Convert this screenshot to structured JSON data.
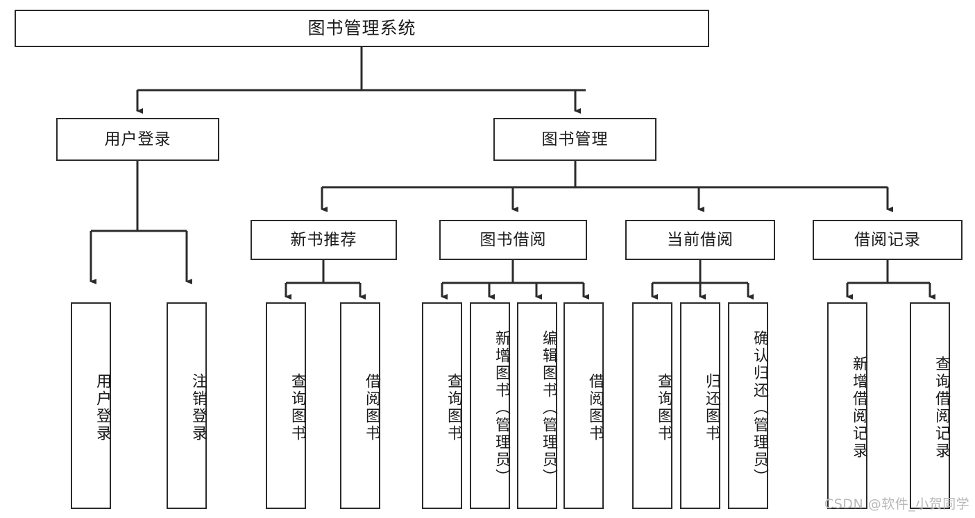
{
  "diagram": {
    "type": "tree",
    "title": "图书管理系统",
    "root": {
      "label": "图书管理系统"
    },
    "level1": [
      {
        "label": "用户登录"
      },
      {
        "label": "图书管理"
      }
    ],
    "level2": [
      {
        "label": "新书推荐",
        "parent": "图书管理"
      },
      {
        "label": "图书借阅",
        "parent": "图书管理"
      },
      {
        "label": "当前借阅",
        "parent": "图书管理"
      },
      {
        "label": "借阅记录",
        "parent": "图书管理"
      }
    ],
    "leaves": {
      "user_login": [
        {
          "label": "用户登录"
        },
        {
          "label": "注销登录"
        }
      ],
      "new_book": [
        {
          "label": "查询图书"
        },
        {
          "label": "借阅图书"
        }
      ],
      "book_borrow": [
        {
          "label": "查询图书"
        },
        {
          "label": "新增图书（管理员）"
        },
        {
          "label": "编辑图书（管理员）"
        },
        {
          "label": "借阅图书"
        }
      ],
      "current_borrow": [
        {
          "label": "查询图书"
        },
        {
          "label": "归还图书"
        },
        {
          "label": "确认归还（管理员）"
        }
      ],
      "borrow_record": [
        {
          "label": "新增借阅记录"
        },
        {
          "label": "查询借阅记录"
        }
      ]
    }
  },
  "watermark": {
    "text": "CSDN @软件_小贺同学"
  },
  "colors": {
    "stroke": "#2b2b2b",
    "fill": "#ffffff",
    "text": "#1b1b1b",
    "watermark": "#b8b8b8"
  }
}
